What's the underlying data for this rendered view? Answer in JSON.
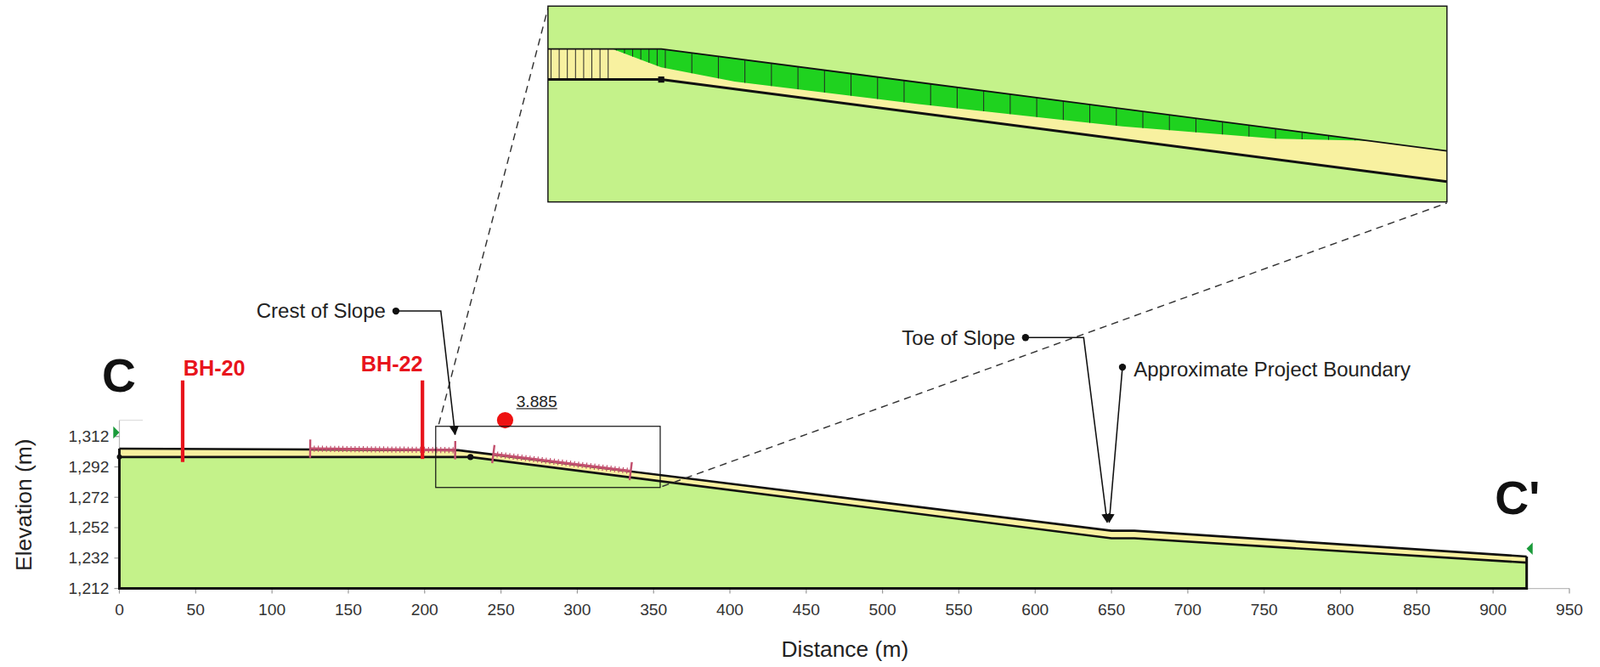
{
  "diagram": {
    "labels": [
      "C",
      "BH-20",
      "BH-22",
      "Crest of Slope",
      "3.885",
      "Toe of Slope",
      "Approximate Project Boundary",
      "C'",
      "1,312",
      "1,292",
      "1,272",
      "1,252",
      "1,232",
      "1,212",
      "0",
      "50",
      "100",
      "150",
      "200",
      "250",
      "300",
      "350",
      "400",
      "450",
      "500",
      "550",
      "600",
      "650",
      "700",
      "750",
      "800",
      "850",
      "900",
      "950",
      "Elevation (m)",
      "Distance (m)"
    ]
  }
}
